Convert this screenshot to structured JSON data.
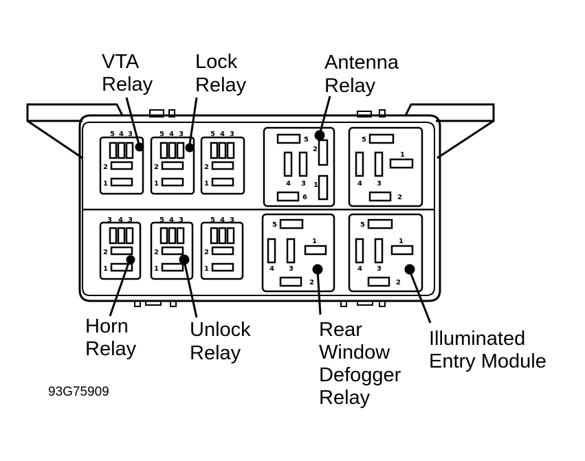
{
  "figure_code": "93G75909",
  "callouts": {
    "vta": [
      "VTA",
      "Relay"
    ],
    "lock": [
      "Lock",
      "Relay"
    ],
    "antenna": [
      "Antenna",
      "Relay"
    ],
    "horn": [
      "Horn",
      "Relay"
    ],
    "unlock": [
      "Unlock",
      "Relay"
    ],
    "rear": [
      "Rear",
      "Window",
      "Defogger",
      "Relay"
    ],
    "illum": [
      "Illuminated",
      "Entry Module"
    ]
  },
  "pins": {
    "p1": "1",
    "p2": "2",
    "p3": "3",
    "p4": "4",
    "p5": "5",
    "p6": "6"
  }
}
